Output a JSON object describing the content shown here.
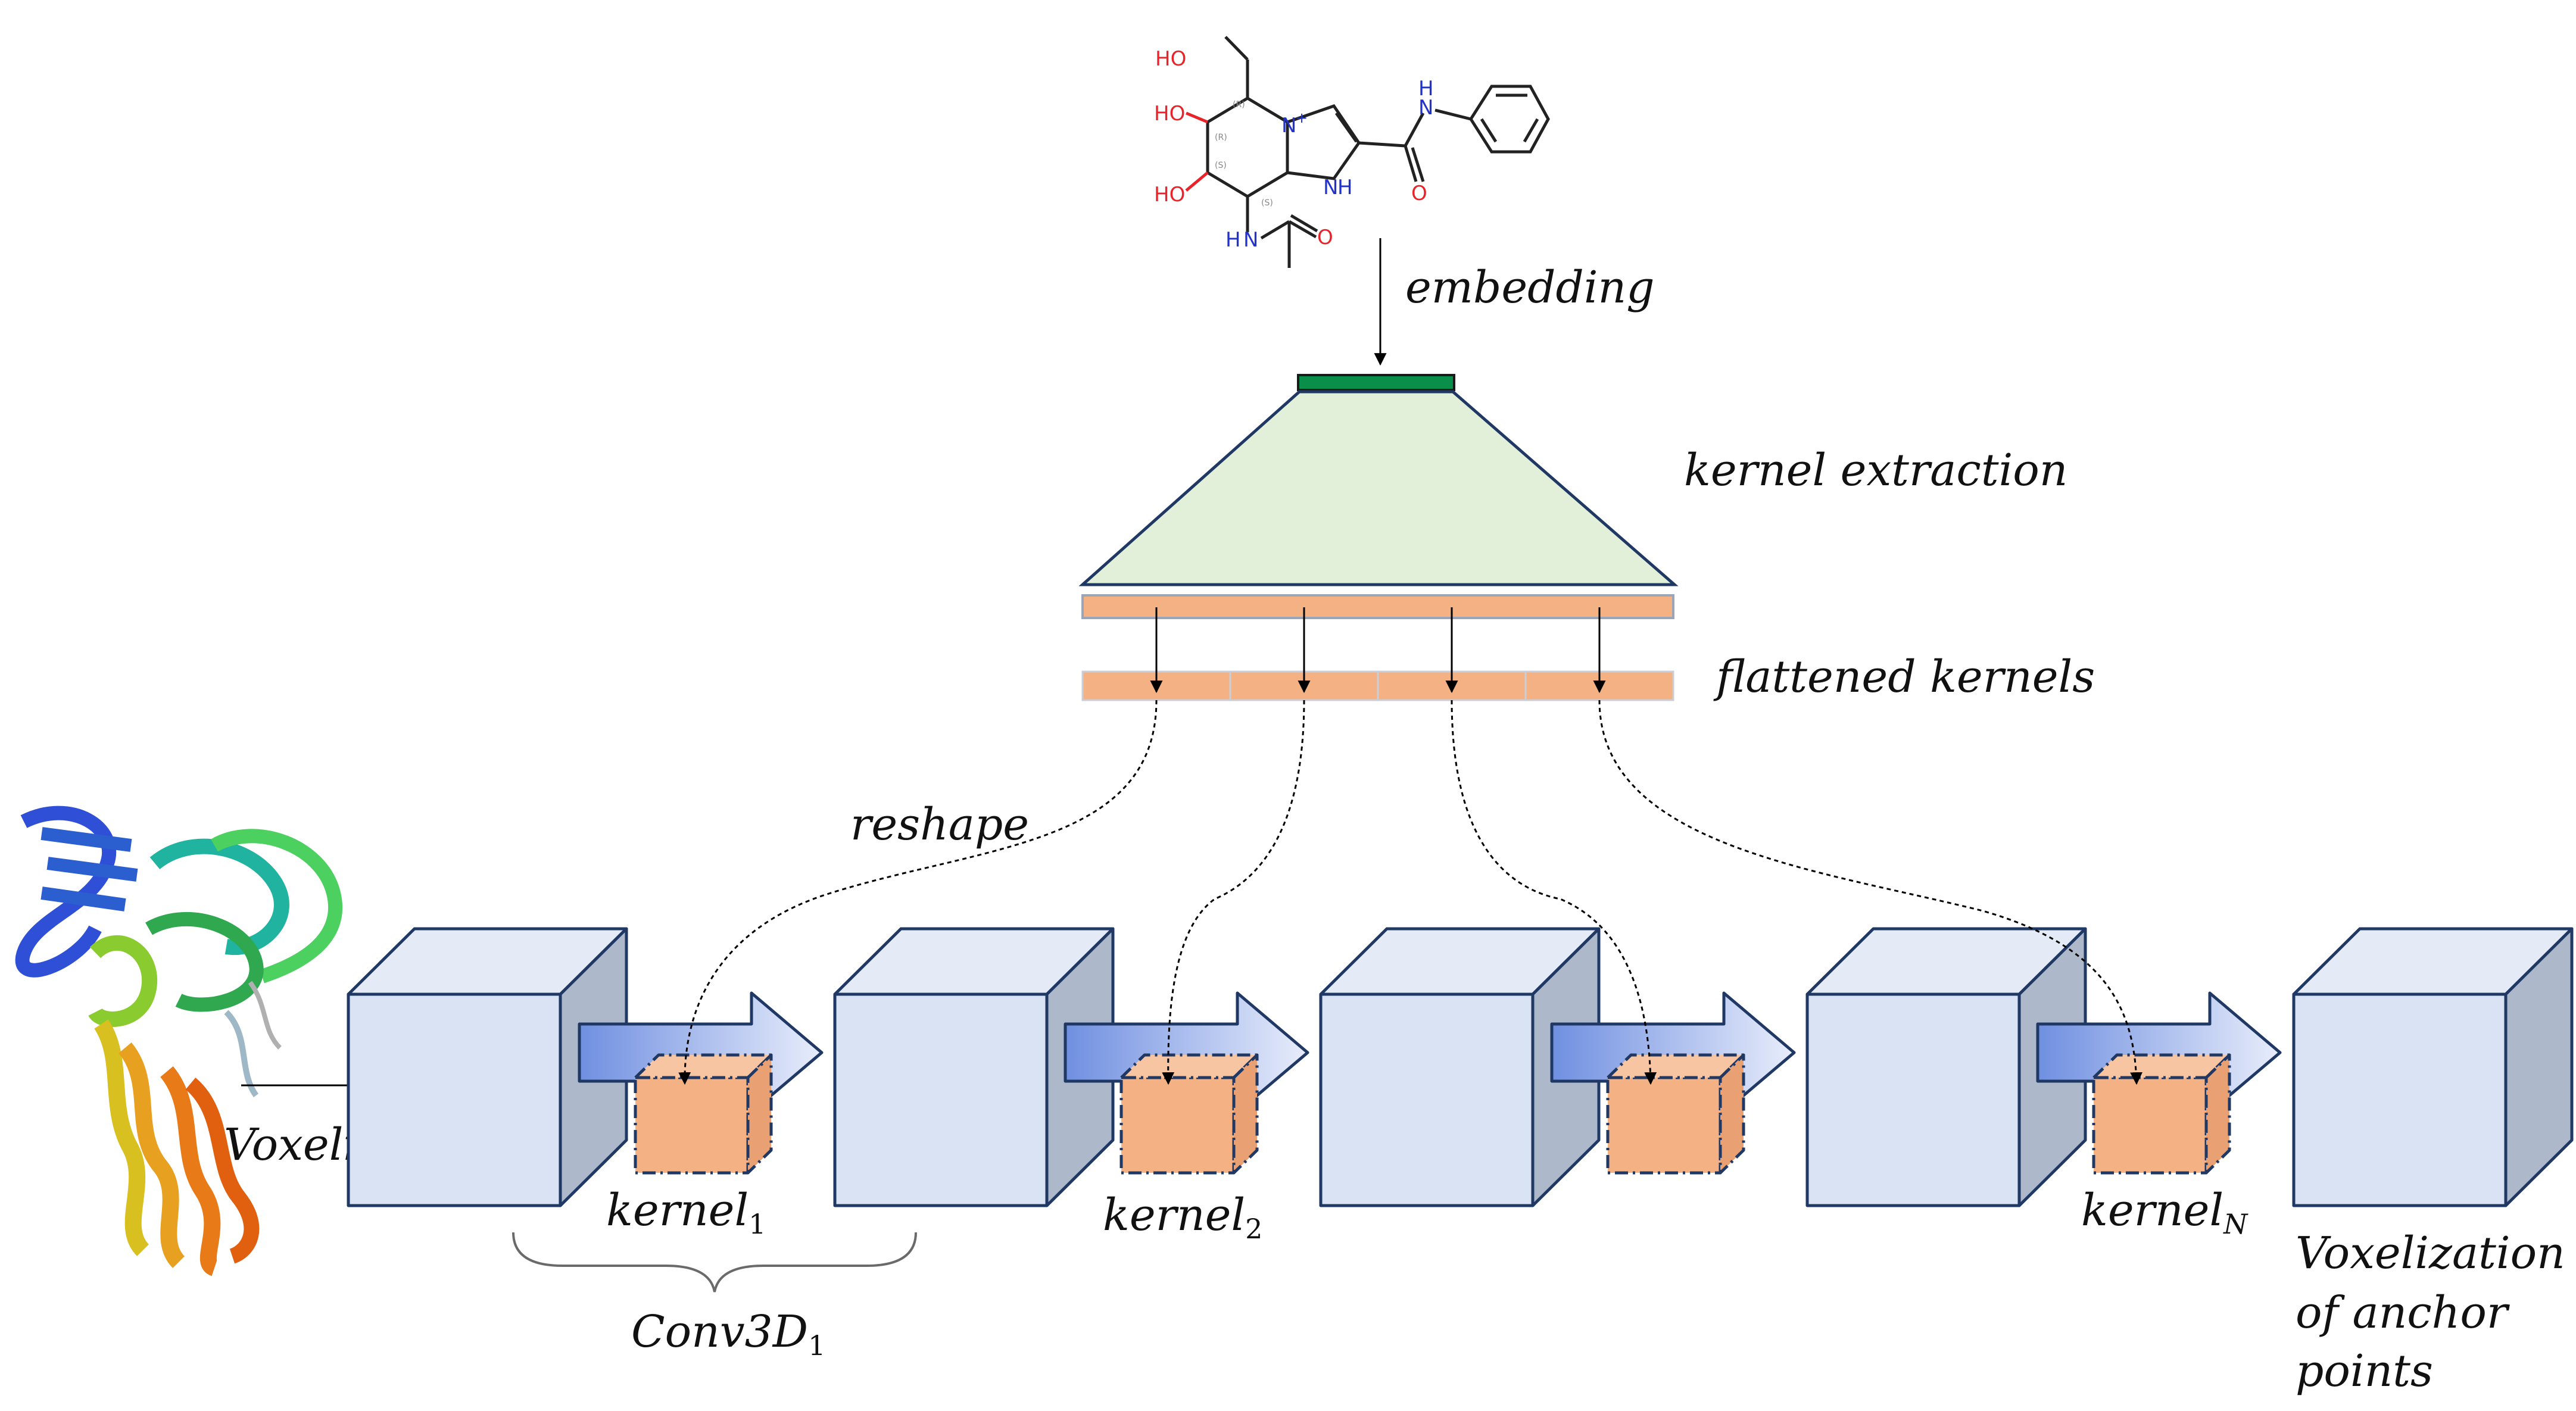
{
  "labels": {
    "embedding": "embedding",
    "kernel_extraction": "kernel extraction",
    "flattened_kernels": "flattened kernels",
    "reshape": "reshape",
    "voxelization": "Voxelization",
    "kernel_1": "kernel",
    "kernel_1_sub": "1",
    "kernel_2": "kernel",
    "kernel_2_sub": "2",
    "kernel_n": "kernel",
    "kernel_n_sub": "N",
    "conv3d": "Conv3D",
    "conv3d_sub": "1",
    "anchor_line1": "Voxelization",
    "anchor_line2": "of anchor",
    "anchor_line3": "points"
  },
  "molecule": {
    "atoms": {
      "ho_top": "HO",
      "ho_mid": "HO",
      "ho_low": "HO",
      "n_plus": "N",
      "plus": "+",
      "n_ring": "N",
      "h_ring": "H",
      "n_amide": "N",
      "h_amide": "H",
      "o_amide": "O",
      "n_acet": "N",
      "h_acet": "H",
      "o_acet": "O"
    },
    "stereo": {
      "r1": "(R)",
      "r2": "(R)",
      "r3": "(S)",
      "r4": "(S)"
    }
  },
  "colors": {
    "embedding_bar": "#0a8f4a",
    "trapezoid_fill": "#e2efd9",
    "trapezoid_stroke": "#1f3864",
    "kernel_orange": "#f4b183",
    "cube_front": "#dae3f3",
    "cube_side": "#adb9ca",
    "cube_stroke": "#1f3864",
    "arrow_blue": "#6f8fe0",
    "oxygen": "#e8232a",
    "nitrogen": "#2233cc"
  },
  "icons": {
    "protein": "protein-ribbon-structure",
    "molecule": "chemical-structure"
  }
}
